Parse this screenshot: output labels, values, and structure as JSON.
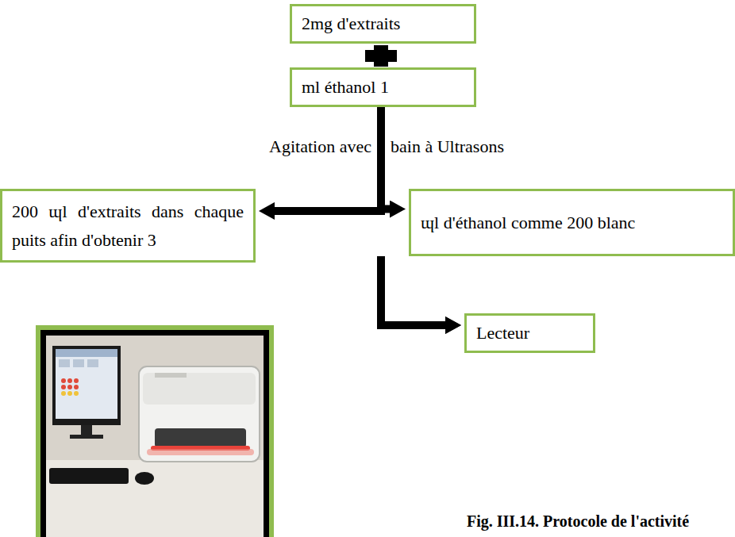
{
  "diagram": {
    "caption": "Fig. III.14. Protocole de l'activité",
    "nodes": [
      {
        "text": [
          "2mg d'extraits"
        ]
      },
      {
        "text": [
          "ml éthanol 1"
        ]
      },
      {
        "text": [
          "200 ɰl d'extraits dans chaque puits afin d'obtenir 3"
        ]
      },
      {
        "text": [
          "ɰl d'éthanol comme 200 blanc"
        ]
      },
      {
        "text": [
          "Lecteur"
        ]
      }
    ],
    "edges": [
      {
        "from": 1,
        "to": 2,
        "arrow": "to"
      },
      {
        "from": 1,
        "to": 3,
        "arrow": "to"
      },
      {
        "from": 2,
        "to": 4,
        "arrow": "to"
      },
      {
        "from": 3,
        "to": 4,
        "arrow": "to"
      }
    ],
    "labels": [
      "Agitation avec",
      "bain à Ultrasons"
    ]
  }
}
